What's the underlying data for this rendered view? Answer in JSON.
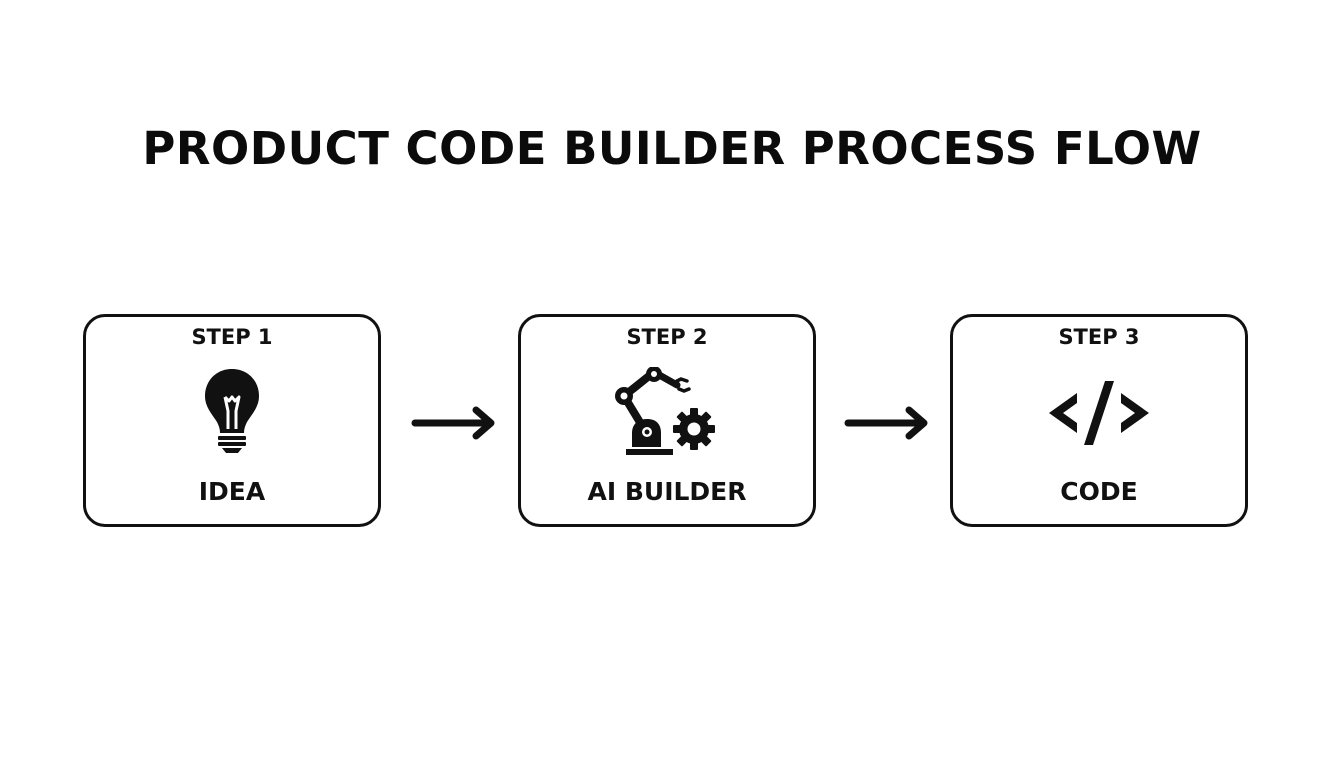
{
  "title": "PRODUCT CODE BUILDER PROCESS FLOW",
  "steps": [
    {
      "label": "STEP 1",
      "name": "IDEA",
      "icon": "lightbulb-icon"
    },
    {
      "label": "STEP 2",
      "name": "AI BUILDER",
      "icon": "robot-arm-gear-icon"
    },
    {
      "label": "STEP 3",
      "name": "CODE",
      "icon": "code-brackets-icon"
    }
  ],
  "colors": {
    "ink": "#111111",
    "background": "#ffffff"
  }
}
